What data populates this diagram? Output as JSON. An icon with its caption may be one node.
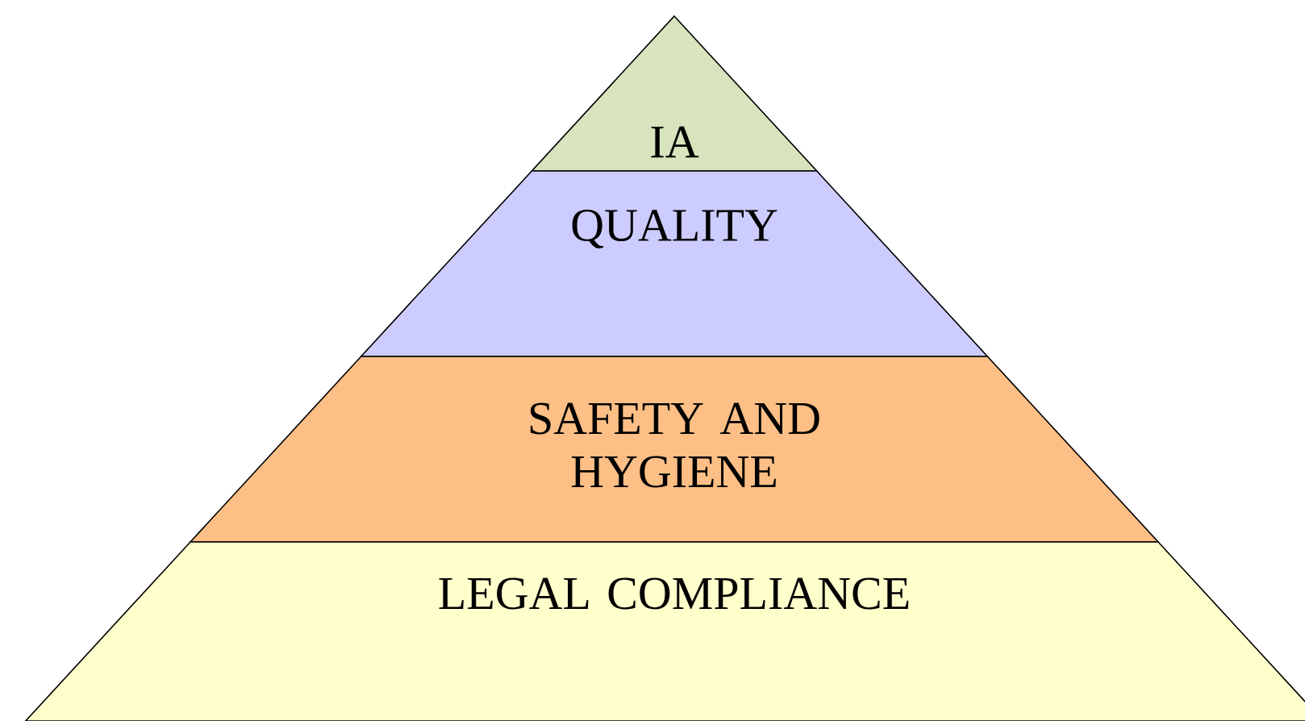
{
  "diagram": {
    "nodes": [
      {
        "text": [
          "IA"
        ]
      },
      {
        "text": [
          "QUALITY"
        ]
      },
      {
        "text": [
          "SAFETY AND HYGIENE"
        ]
      },
      {
        "text": [
          "LEGAL COMPLIANCE"
        ]
      }
    ]
  }
}
